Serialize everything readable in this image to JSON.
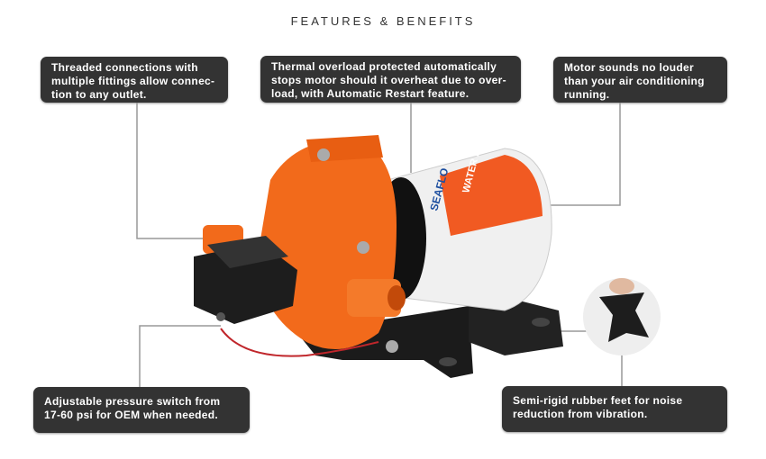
{
  "title": "FEATURES & BENEFITS",
  "callouts": {
    "connections": "Threaded connections with\nmultiple fittings allow connec-\ntion to any outlet.",
    "thermal": "Thermal overload protected automatically\nstops motor should it overheat due to over-\nload, with Automatic Restart feature.",
    "motor": "Motor sounds no louder\nthan your air conditioning\nrunning.",
    "pressure": "Adjustable pressure switch from\n17-60 psi for OEM when needed.",
    "feet": "Semi-rigid rubber feet for noise\nreduction from vibration."
  },
  "product": {
    "label_text": "WATER PRESSURE",
    "brand_text": "SEAFLO",
    "colors": {
      "pump_body": "#f26a1b",
      "motor": "#f2f2f2",
      "label": "#f15a22",
      "base": "#1a1a1a",
      "callout_bg": "#333333",
      "connector": "#999999"
    }
  }
}
